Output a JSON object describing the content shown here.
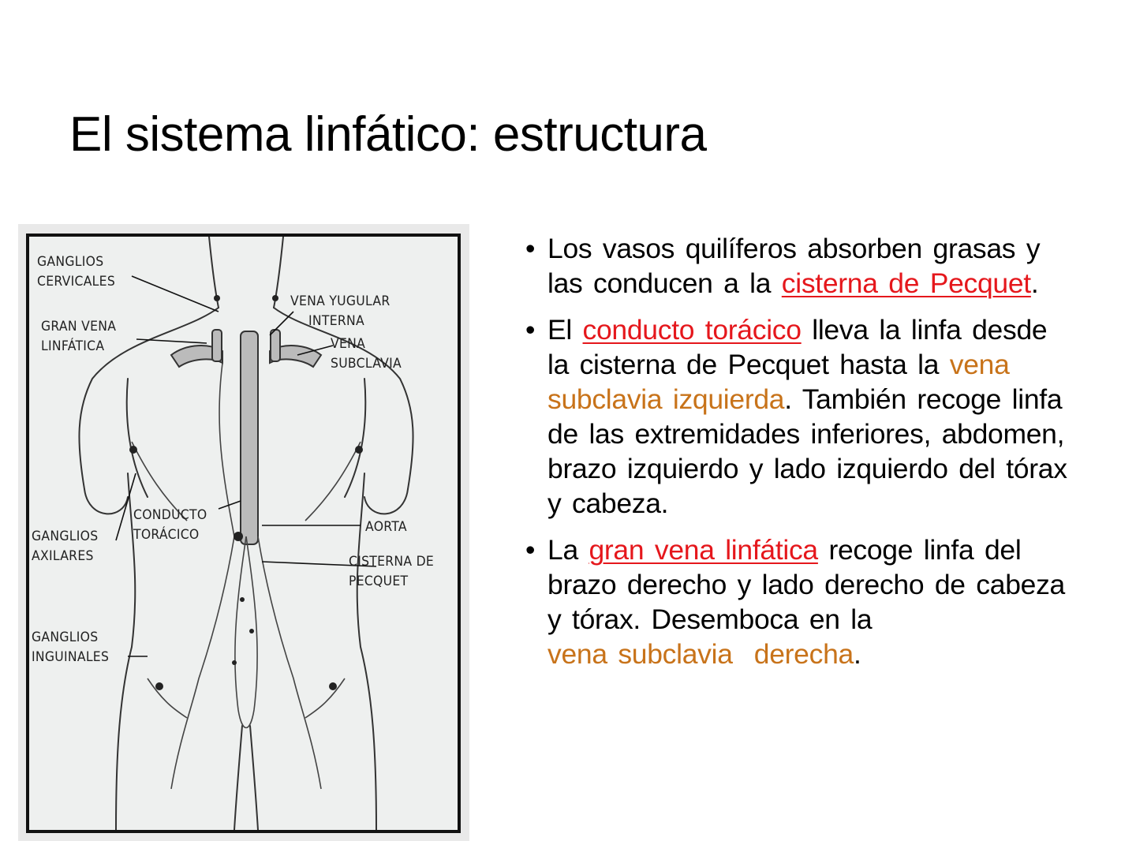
{
  "slide": {
    "title": "El sistema linfático: estructura"
  },
  "figure": {
    "labels": {
      "ganglios_cervicales_1": "GANGLIOS",
      "ganglios_cervicales_2": "CERVICALES",
      "gran_vena_1": "GRAN VENA",
      "gran_vena_2": "LINFÁTICA",
      "vena_yugular_1": "VENA YUGULAR",
      "vena_yugular_2": "INTERNA",
      "vena_subclavia_1": "VENA",
      "vena_subclavia_2": "SUBCLAVIA",
      "conducto_1": "CONDUCTO",
      "conducto_2": "TORÁCICO",
      "aorta": "AORTA",
      "ganglios_axilares_1": "GANGLIOS",
      "ganglios_axilares_2": "AXILARES",
      "cisterna_1": "CISTERNA DE",
      "cisterna_2": "PECQUET",
      "ganglios_inguinales_1": "GANGLIOS",
      "ganglios_inguinales_2": "INGUINALES"
    }
  },
  "bullets": [
    {
      "dot": "•",
      "t1": "Los vasos quilíferos absorben grasas y las conducen a la ",
      "link1": "cisterna de Pecquet",
      "t2": "."
    },
    {
      "dot": "•",
      "t1": "El ",
      "link1": "conducto torácico",
      "t2": " lleva la linfa desde la cisterna de Pecquet hasta la ",
      "hl1": "vena subclavia izquierda",
      "t3": ". También recoge linfa de las extremidades inferiores, abdomen, brazo izquierdo y lado izquierdo del tórax y cabeza."
    },
    {
      "dot": "•",
      "t1": "La ",
      "link1": "gran vena linfática",
      "t2": " recoge linfa del brazo derecho y lado derecho de cabeza y tórax. Desemboca en la ",
      "hl1": "vena subclavia  derecha",
      "t3": "."
    }
  ],
  "colors": {
    "link_red": "#e5171c",
    "highlight_orange": "#c8731a",
    "text": "#000000",
    "background": "#ffffff"
  }
}
